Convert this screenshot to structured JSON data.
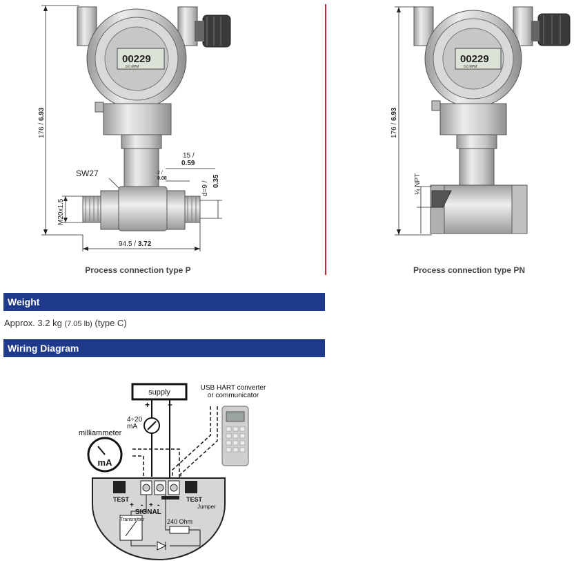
{
  "drawing_left": {
    "dim_height": "176 / ",
    "dim_height_bold": "6.93",
    "dim_15": "15 /",
    "dim_059": "0.59",
    "dim_2": "2 /",
    "dim_008": "0.08",
    "dim_d9": "d=9 /",
    "dim_035": "0.35",
    "sw27": "SW27",
    "m20": "M20x1.5",
    "dim_width": "94.5 / ",
    "dim_width_bold": "3.72",
    "display_value": "00229",
    "display_small": "0.0     RPM",
    "caption": "Process connection type P"
  },
  "drawing_right": {
    "dim_height": "176 / ",
    "dim_height_bold": "6.93",
    "npt": "¼ NPT",
    "display_value": "00229",
    "display_small": "0.0     RPM",
    "caption": "Process connection type PN"
  },
  "weight": {
    "heading": "Weight",
    "text_main": "Approx. 3.2 kg ",
    "text_small": "(7.05 lb)",
    "text_tail": " (type C)"
  },
  "wiring": {
    "heading": "Wiring Diagram",
    "supply": "supply",
    "plus": "+",
    "minus": "−",
    "usb_line1": "USB HART converter",
    "usb_line2": "or communicator",
    "ma_range": "4÷20",
    "ma_unit": "mA",
    "milliammeter": "milliammeter",
    "meter_label": "mA",
    "test_left": "TEST",
    "test_right": "TEST",
    "jumper": "Jumper",
    "signal": "SIGNAL",
    "term_plus": "+",
    "term_minus": "-",
    "term_plus2": "+",
    "term_minus2": "-",
    "transmitter": "Transmitter",
    "ohm": "240 Ohm"
  },
  "colors": {
    "band": "#1f3a8a",
    "divider": "#c0282e"
  }
}
